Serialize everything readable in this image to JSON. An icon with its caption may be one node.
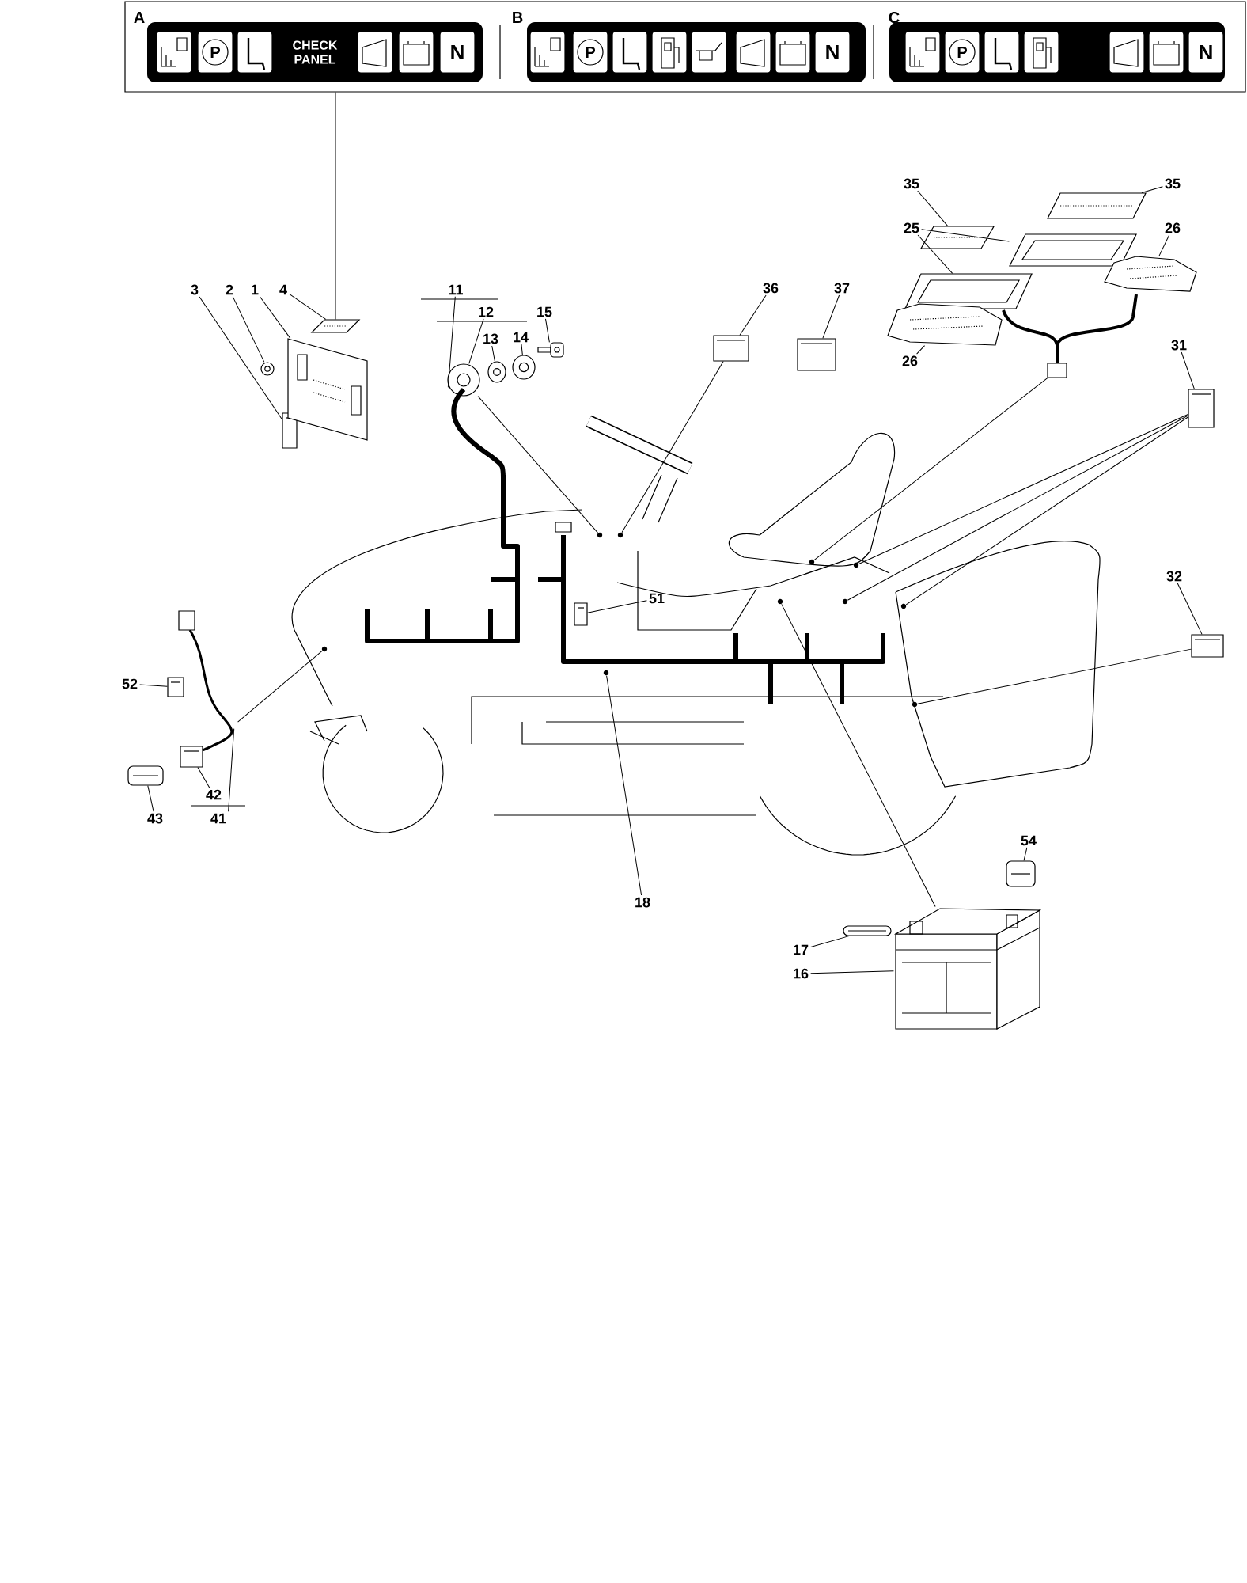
{
  "diagram": {
    "nodes": [
      {
        "text": [],
        "shape": "box"
      },
      {
        "text": [
          "CHECK PANEL"
        ],
        "in": 0
      },
      {
        "text": [],
        "shape": "box",
        "in": 0
      },
      {
        "text": [],
        "shape": "box",
        "in": 0
      },
      {
        "text": [
          "35"
        ]
      },
      {
        "text": [
          "35"
        ]
      },
      {
        "text": [
          "25"
        ]
      },
      {
        "text": [
          "26"
        ]
      },
      {
        "text": [],
        "shape": "picture"
      },
      {
        "text": [],
        "shape": "picture"
      },
      {
        "text": [],
        "shape": "picture"
      },
      {
        "text": [],
        "shape": "picture"
      },
      {
        "text": [],
        "shape": "picture"
      },
      {
        "text": [
          "11"
        ]
      },
      {
        "text": [
          "12"
        ]
      },
      {
        "text": [
          "3"
        ]
      },
      {
        "text": [
          "2"
        ]
      },
      {
        "text": [
          "1"
        ]
      },
      {
        "text": [
          "4"
        ]
      },
      {
        "text": [
          "13"
        ]
      },
      {
        "text": [
          "14"
        ]
      },
      {
        "text": [
          "15"
        ]
      },
      {
        "text": [
          "36"
        ]
      },
      {
        "text": [
          "37"
        ]
      },
      {
        "text": [],
        "shape": "picture"
      },
      {
        "text": [],
        "shape": "picture"
      },
      {
        "text": [],
        "shape": "picture"
      },
      {
        "text": [],
        "shape": "picture"
      },
      {
        "text": [],
        "shape": "picture"
      },
      {
        "text": [],
        "shape": "picture"
      },
      {
        "text": [],
        "shape": "picture"
      },
      {
        "text": [],
        "shape": "picture"
      },
      {
        "text": [],
        "shape": "picture"
      },
      {
        "text": [],
        "shape": "picture"
      },
      {
        "text": [],
        "shape": "picture"
      },
      {
        "text": [
          "26"
        ]
      },
      {
        "text": [],
        "shape": "picture"
      },
      {
        "text": [
          "31"
        ]
      },
      {
        "text": [],
        "shape": "picture"
      },
      {
        "text": [
          "32"
        ]
      },
      {
        "text": [],
        "shape": "picture"
      },
      {
        "text": [
          "51"
        ]
      },
      {
        "text": [],
        "shape": "picture"
      },
      {
        "text": [
          "52"
        ]
      },
      {
        "text": [],
        "shape": "picture"
      },
      {
        "text": [],
        "shape": "picture"
      },
      {
        "text": [],
        "shape": "picture"
      },
      {
        "text": [
          "42"
        ]
      },
      {
        "text": [
          "41"
        ]
      },
      {
        "text": [
          "43"
        ]
      },
      {
        "text": [
          "18"
        ]
      },
      {
        "text": [
          "54"
        ]
      },
      {
        "text": [],
        "shape": "picture"
      },
      {
        "text": [
          "17"
        ]
      },
      {
        "text": [],
        "shape": "picture"
      },
      {
        "text": [
          "16"
        ]
      },
      {
        "text": [],
        "shape": "picture"
      },
      {
        "text": [],
        "shape": "picture"
      },
      {
        "text": [],
        "shape": "picture"
      },
      {
        "text": [],
        "shape": "circle"
      },
      {
        "text": [],
        "shape": "circle"
      },
      {
        "text": [],
        "shape": "circle"
      },
      {
        "text": [],
        "shape": "circle"
      },
      {
        "text": [],
        "shape": "circle"
      },
      {
        "text": [],
        "shape": "circle"
      },
      {
        "text": [],
        "shape": "circle"
      },
      {
        "text": [],
        "shape": "circle"
      },
      {
        "text": [],
        "shape": "circle"
      },
      {
        "text": [],
        "shape": "circle"
      }
    ],
    "edges": [
      {
        "from": 0,
        "to": 27,
        "arrow": "none"
      },
      {
        "from": 4,
        "to": 8,
        "arrow": "none"
      },
      {
        "from": 5,
        "to": 9,
        "arrow": "none"
      },
      {
        "from": 6,
        "to": 10,
        "arrow": "none"
      },
      {
        "from": 6,
        "to": 11,
        "arrow": "none"
      },
      {
        "from": 7,
        "to": 12,
        "arrow": "none"
      },
      {
        "from": 13,
        "to": 57,
        "arrow": "none"
      },
      {
        "from": 14,
        "to": 28,
        "arrow": "none"
      },
      {
        "from": 15,
        "to": 24,
        "arrow": "none"
      },
      {
        "from": 16,
        "to": 25,
        "arrow": "none"
      },
      {
        "from": 17,
        "to": 26,
        "arrow": "none"
      },
      {
        "from": 18,
        "to": 27,
        "arrow": "none"
      },
      {
        "from": 19,
        "to": 29,
        "arrow": "none"
      },
      {
        "from": 20,
        "to": 30,
        "arrow": "none"
      },
      {
        "from": 21,
        "to": 31,
        "arrow": "none"
      },
      {
        "from": 22,
        "to": 32,
        "arrow": "none"
      },
      {
        "from": 23,
        "to": 33,
        "arrow": "none"
      },
      {
        "from": 35,
        "to": 34,
        "arrow": "none"
      },
      {
        "from": 28,
        "to": 59,
        "arrow": "none"
      },
      {
        "from": 32,
        "to": 60,
        "arrow": "none"
      },
      {
        "from": 36,
        "to": 61,
        "arrow": "none"
      },
      {
        "from": 37,
        "to": 38,
        "arrow": "none"
      },
      {
        "from": 38,
        "to": 62,
        "arrow": "none"
      },
      {
        "from": 38,
        "to": 63,
        "arrow": "none"
      },
      {
        "from": 38,
        "to": 64,
        "arrow": "none"
      },
      {
        "from": 39,
        "to": 40,
        "arrow": "none"
      },
      {
        "from": 40,
        "to": 65,
        "arrow": "none"
      },
      {
        "from": 41,
        "to": 42,
        "arrow": "none"
      },
      {
        "from": 43,
        "to": 44,
        "arrow": "none"
      },
      {
        "from": 47,
        "to": 45,
        "arrow": "none"
      },
      {
        "from": 48,
        "to": 58,
        "arrow": "none"
      },
      {
        "from": 49,
        "to": 46,
        "arrow": "none"
      },
      {
        "from": 58,
        "to": 66,
        "arrow": "none"
      },
      {
        "from": 50,
        "to": 67,
        "arrow": "none"
      },
      {
        "from": 51,
        "to": 52,
        "arrow": "none"
      },
      {
        "from": 53,
        "to": 54,
        "arrow": "none"
      },
      {
        "from": 55,
        "to": 56,
        "arrow": "none"
      },
      {
        "from": 56,
        "to": 68,
        "arrow": "none"
      }
    ],
    "labels": [
      "A",
      "P",
      "N",
      "B",
      "P",
      "N",
      "C",
      "P",
      "N"
    ]
  }
}
